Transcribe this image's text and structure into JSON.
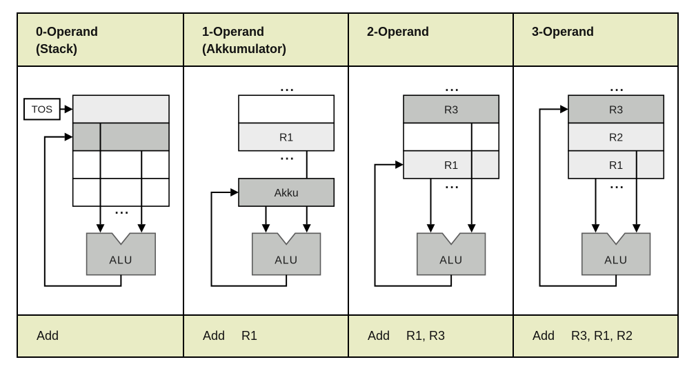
{
  "table": {
    "colors": {
      "band_bg": "#e9ecc5",
      "cell_light": "#ececec",
      "cell_mid": "#c3c5c2",
      "cell_white": "#ffffff",
      "alu_fill": "#c3c5c2",
      "border": "#000000"
    }
  },
  "columns": [
    {
      "header": {
        "line1": "0-Operand",
        "line2": "(Stack)"
      },
      "instruction": {
        "mnemonic": "Add",
        "operands": ""
      },
      "diagram": {
        "tos_label": "TOS",
        "alu_label": "ALU",
        "dots_bottom": "...",
        "stack_cells": [
          {
            "label": "",
            "fill": "light"
          },
          {
            "label": "",
            "fill": "mid"
          },
          {
            "label": "",
            "fill": "white"
          },
          {
            "label": "",
            "fill": "white"
          }
        ]
      }
    },
    {
      "header": {
        "line1": "1-Operand",
        "line2": "(Akkumulator)"
      },
      "instruction": {
        "mnemonic": "Add",
        "operands": "R1"
      },
      "diagram": {
        "alu_label": "ALU",
        "akku_label": "Akku",
        "dots_top": "...",
        "dots_mid": "...",
        "register_cells": [
          {
            "label": "",
            "fill": "white"
          },
          {
            "label": "R1",
            "fill": "light"
          }
        ]
      }
    },
    {
      "header": {
        "line1": "2-Operand",
        "line2": ""
      },
      "instruction": {
        "mnemonic": "Add",
        "operands": "R1, R3"
      },
      "diagram": {
        "alu_label": "ALU",
        "dots_top": "...",
        "dots_bottom": "...",
        "register_cells": [
          {
            "label": "R3",
            "fill": "mid"
          },
          {
            "label": "",
            "fill": "white"
          },
          {
            "label": "R1",
            "fill": "light"
          }
        ]
      }
    },
    {
      "header": {
        "line1": "3-Operand",
        "line2": ""
      },
      "instruction": {
        "mnemonic": "Add",
        "operands": "R3, R1, R2"
      },
      "diagram": {
        "alu_label": "ALU",
        "dots_top": "...",
        "dots_bottom": "...",
        "register_cells": [
          {
            "label": "R3",
            "fill": "mid"
          },
          {
            "label": "R2",
            "fill": "light"
          },
          {
            "label": "R1",
            "fill": "light"
          }
        ]
      }
    }
  ]
}
